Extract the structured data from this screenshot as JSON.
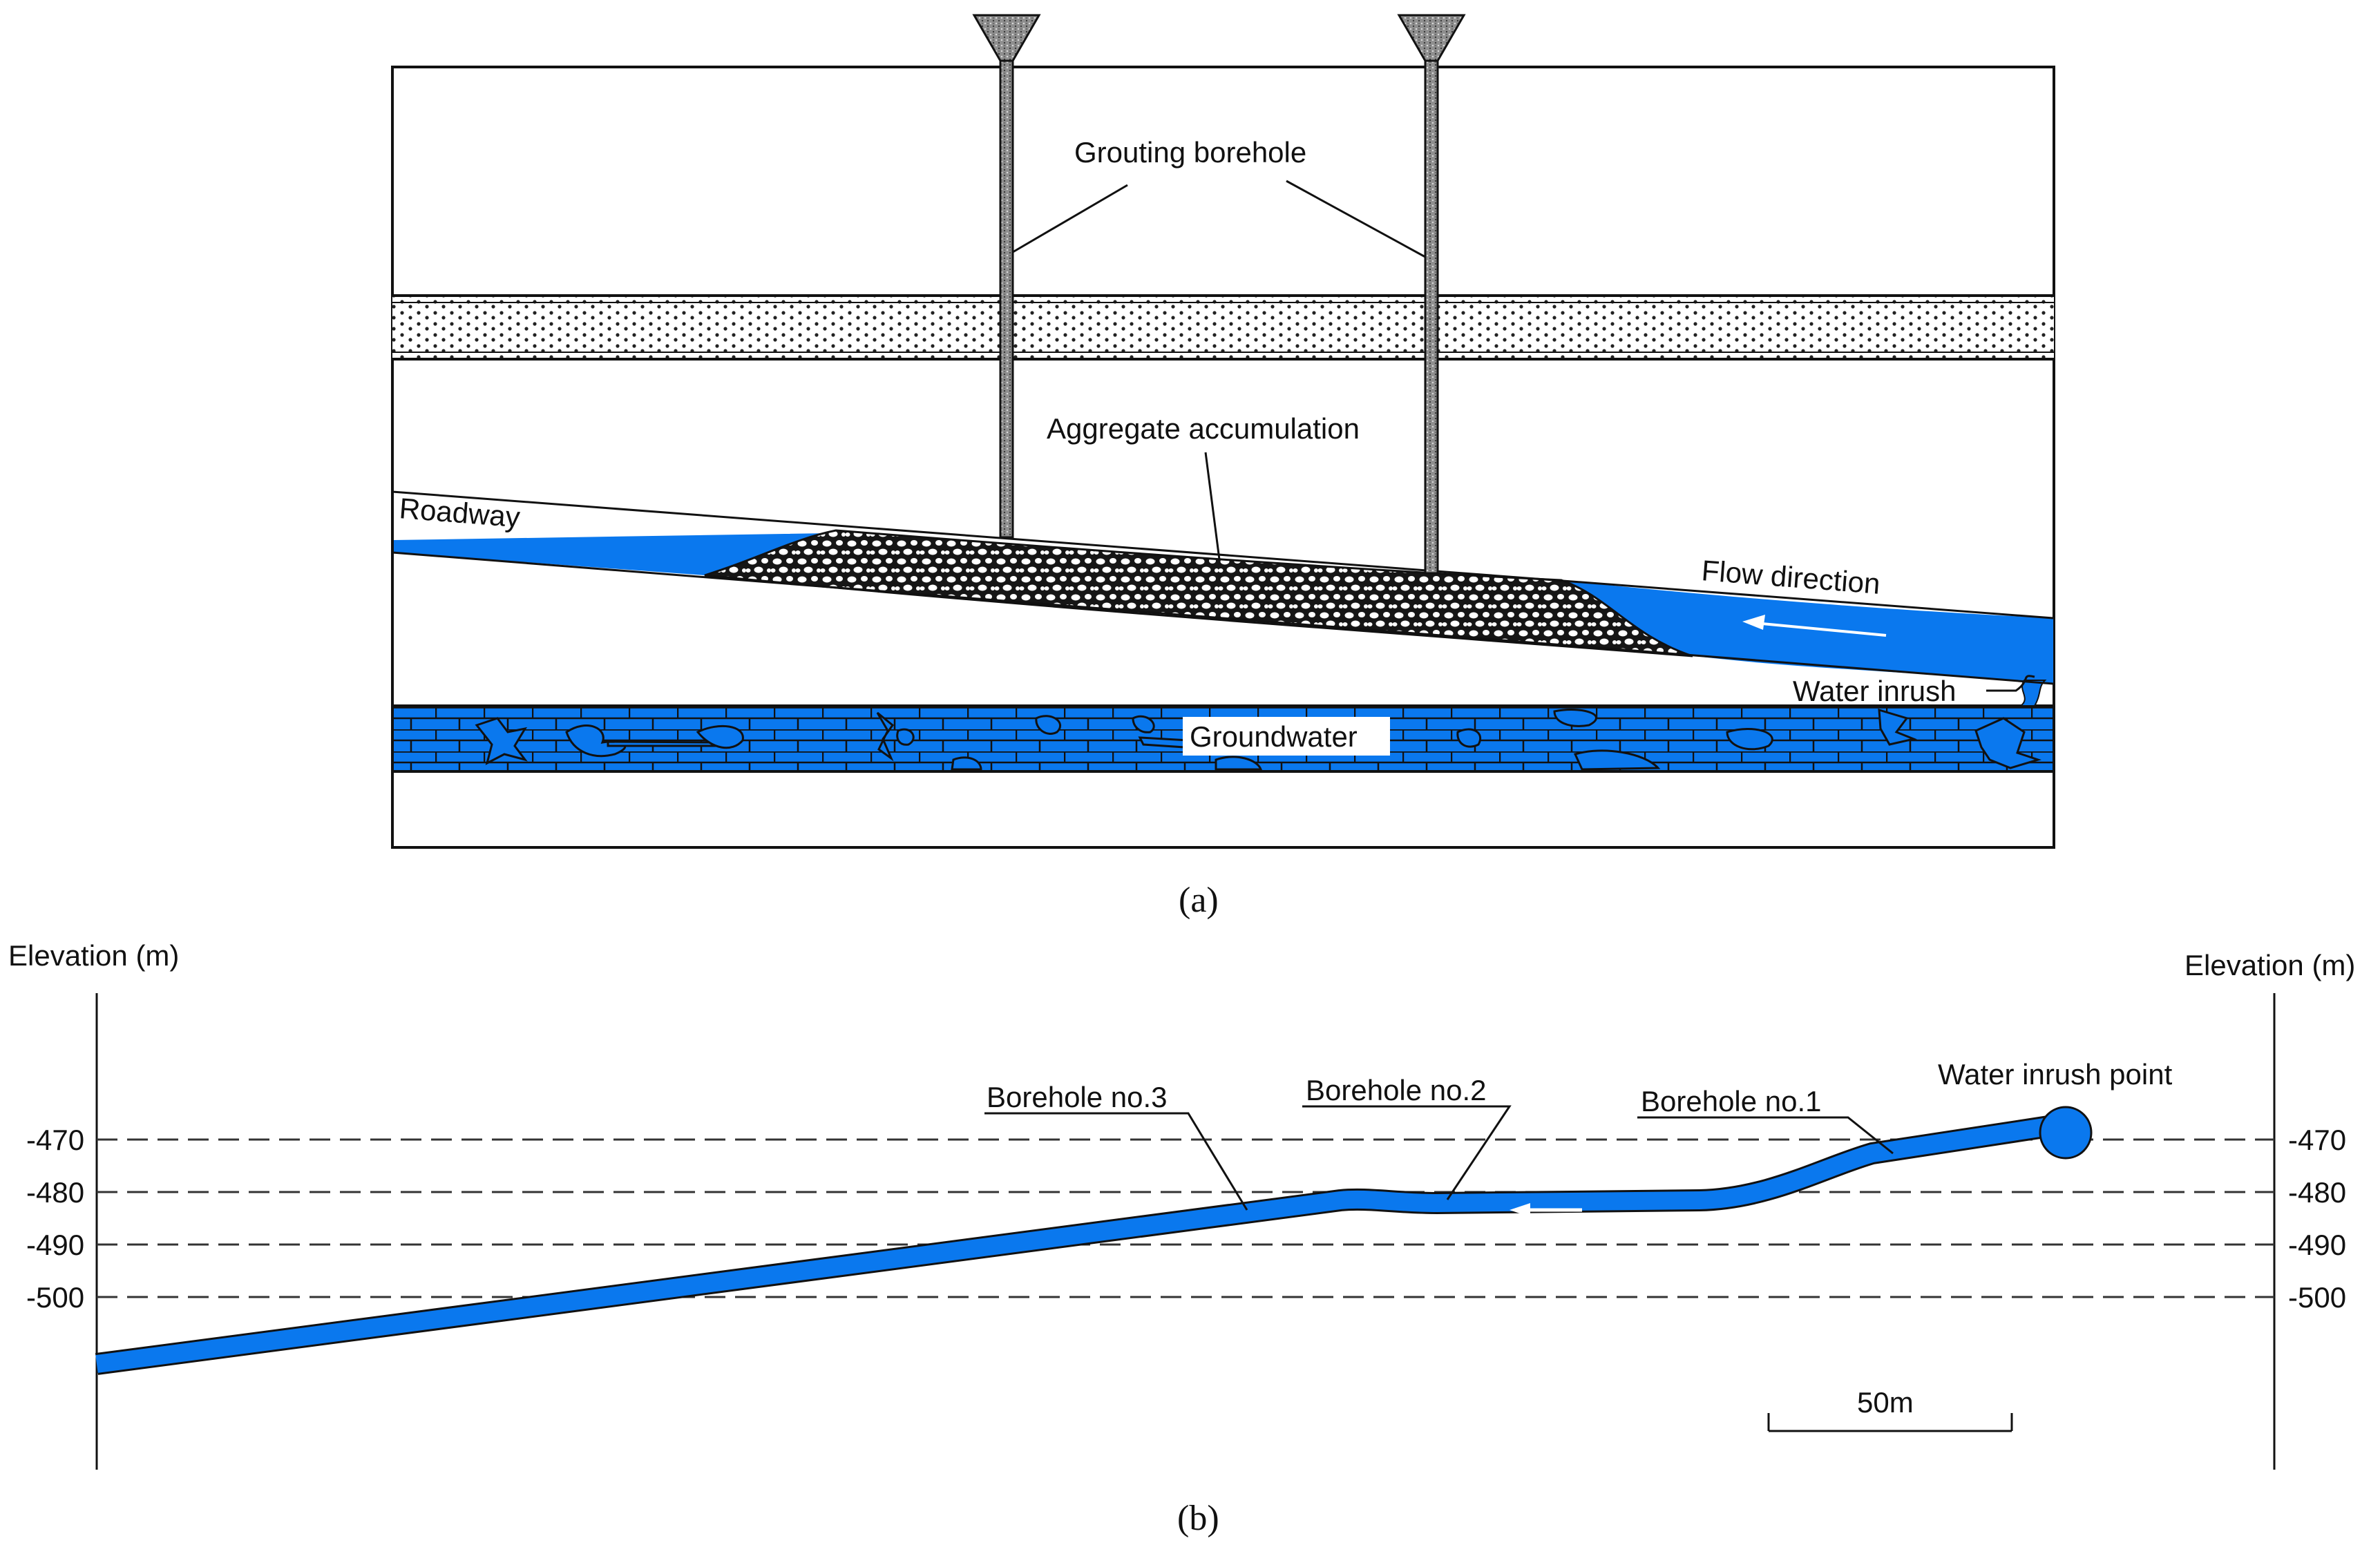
{
  "panel_a": {
    "caption": "(a)",
    "labels": {
      "grouting_borehole": "Grouting borehole",
      "aggregate_accumulation": "Aggregate accumulation",
      "roadway": "Roadway",
      "flow_direction": "Flow direction",
      "water_inrush": "Water inrush",
      "groundwater": "Groundwater"
    }
  },
  "panel_b": {
    "caption": "(b)",
    "axis_label_left": "Elevation (m)",
    "axis_label_right": "Elevation (m)",
    "elevations": [
      "-470",
      "-480",
      "-490",
      "-500"
    ],
    "labels": {
      "borehole_3": "Borehole no.3",
      "borehole_2": "Borehole no.2",
      "borehole_1": "Borehole no.1",
      "water_inrush_point": "Water inrush point",
      "scale": "50m"
    }
  },
  "colors": {
    "water": "#0a78ee",
    "line": "#111111",
    "grout": "#9a9a9a"
  }
}
